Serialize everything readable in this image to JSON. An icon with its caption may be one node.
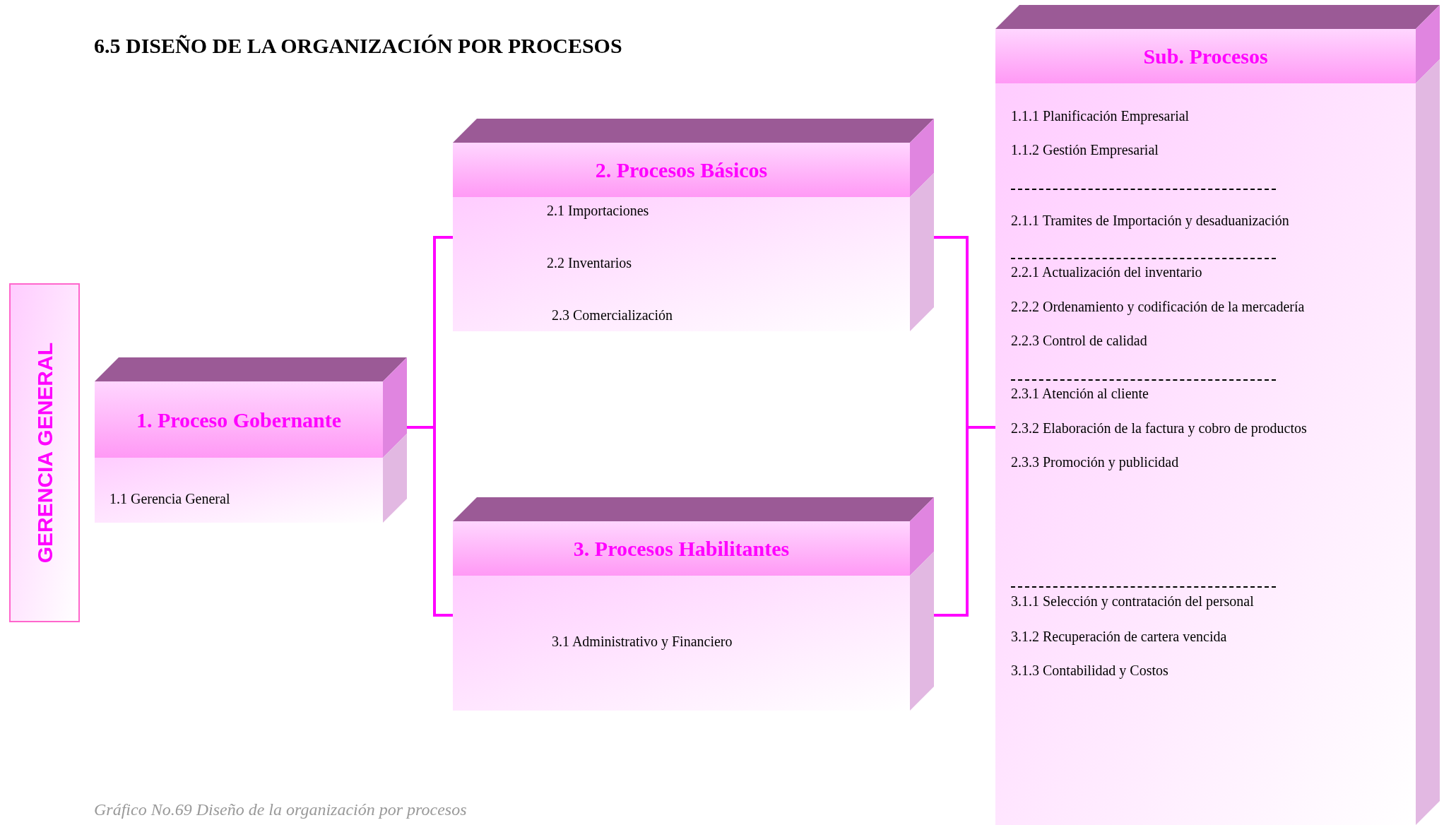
{
  "diagram": {
    "title": "6.5 DISEÑO DE LA ORGANIZACIÓN POR PROCESOS",
    "caption": "Gráfico No.69 Diseño de la organización por procesos",
    "nodes": [
      {
        "text": [
          "GERENCIA GENERAL"
        ]
      },
      {
        "text": [
          "1. Proceso Gobernante",
          "1.1 Gerencia General"
        ]
      },
      {
        "text": [
          "2. Procesos Básicos",
          "2.1 Importaciones",
          "2.2 Inventarios",
          "2.3 Comercialización"
        ]
      },
      {
        "text": [
          "3. Procesos Habilitantes",
          "3.1 Administrativo y Financiero"
        ]
      },
      {
        "text": [
          "Sub. Procesos",
          "1.1.1 Planificación Empresarial",
          "1.1.2 Gestión Empresarial",
          "2.1.1 Tramites de Importación y desaduanización",
          "2.2.1 Actualización del inventario",
          "2.2.2 Ordenamiento y codificación de la mercadería",
          "2.2.3 Control de calidad",
          "2.3.1 Atención al cliente",
          "2.3.2 Elaboración de la factura y cobro de productos",
          "2.3.3 Promoción y publicidad",
          "3.1.1 Selección y contratación del personal",
          "3.1.2 Recuperación de cartera vencida",
          "3.1.3 Contabilidad y Costos"
        ]
      }
    ],
    "edges": [
      {
        "from": 1,
        "to": 2,
        "arrow": "none"
      },
      {
        "from": 1,
        "to": 3,
        "arrow": "none"
      },
      {
        "from": 2,
        "to": 4,
        "arrow": "none"
      },
      {
        "from": 3,
        "to": 4,
        "arrow": "none"
      }
    ]
  }
}
